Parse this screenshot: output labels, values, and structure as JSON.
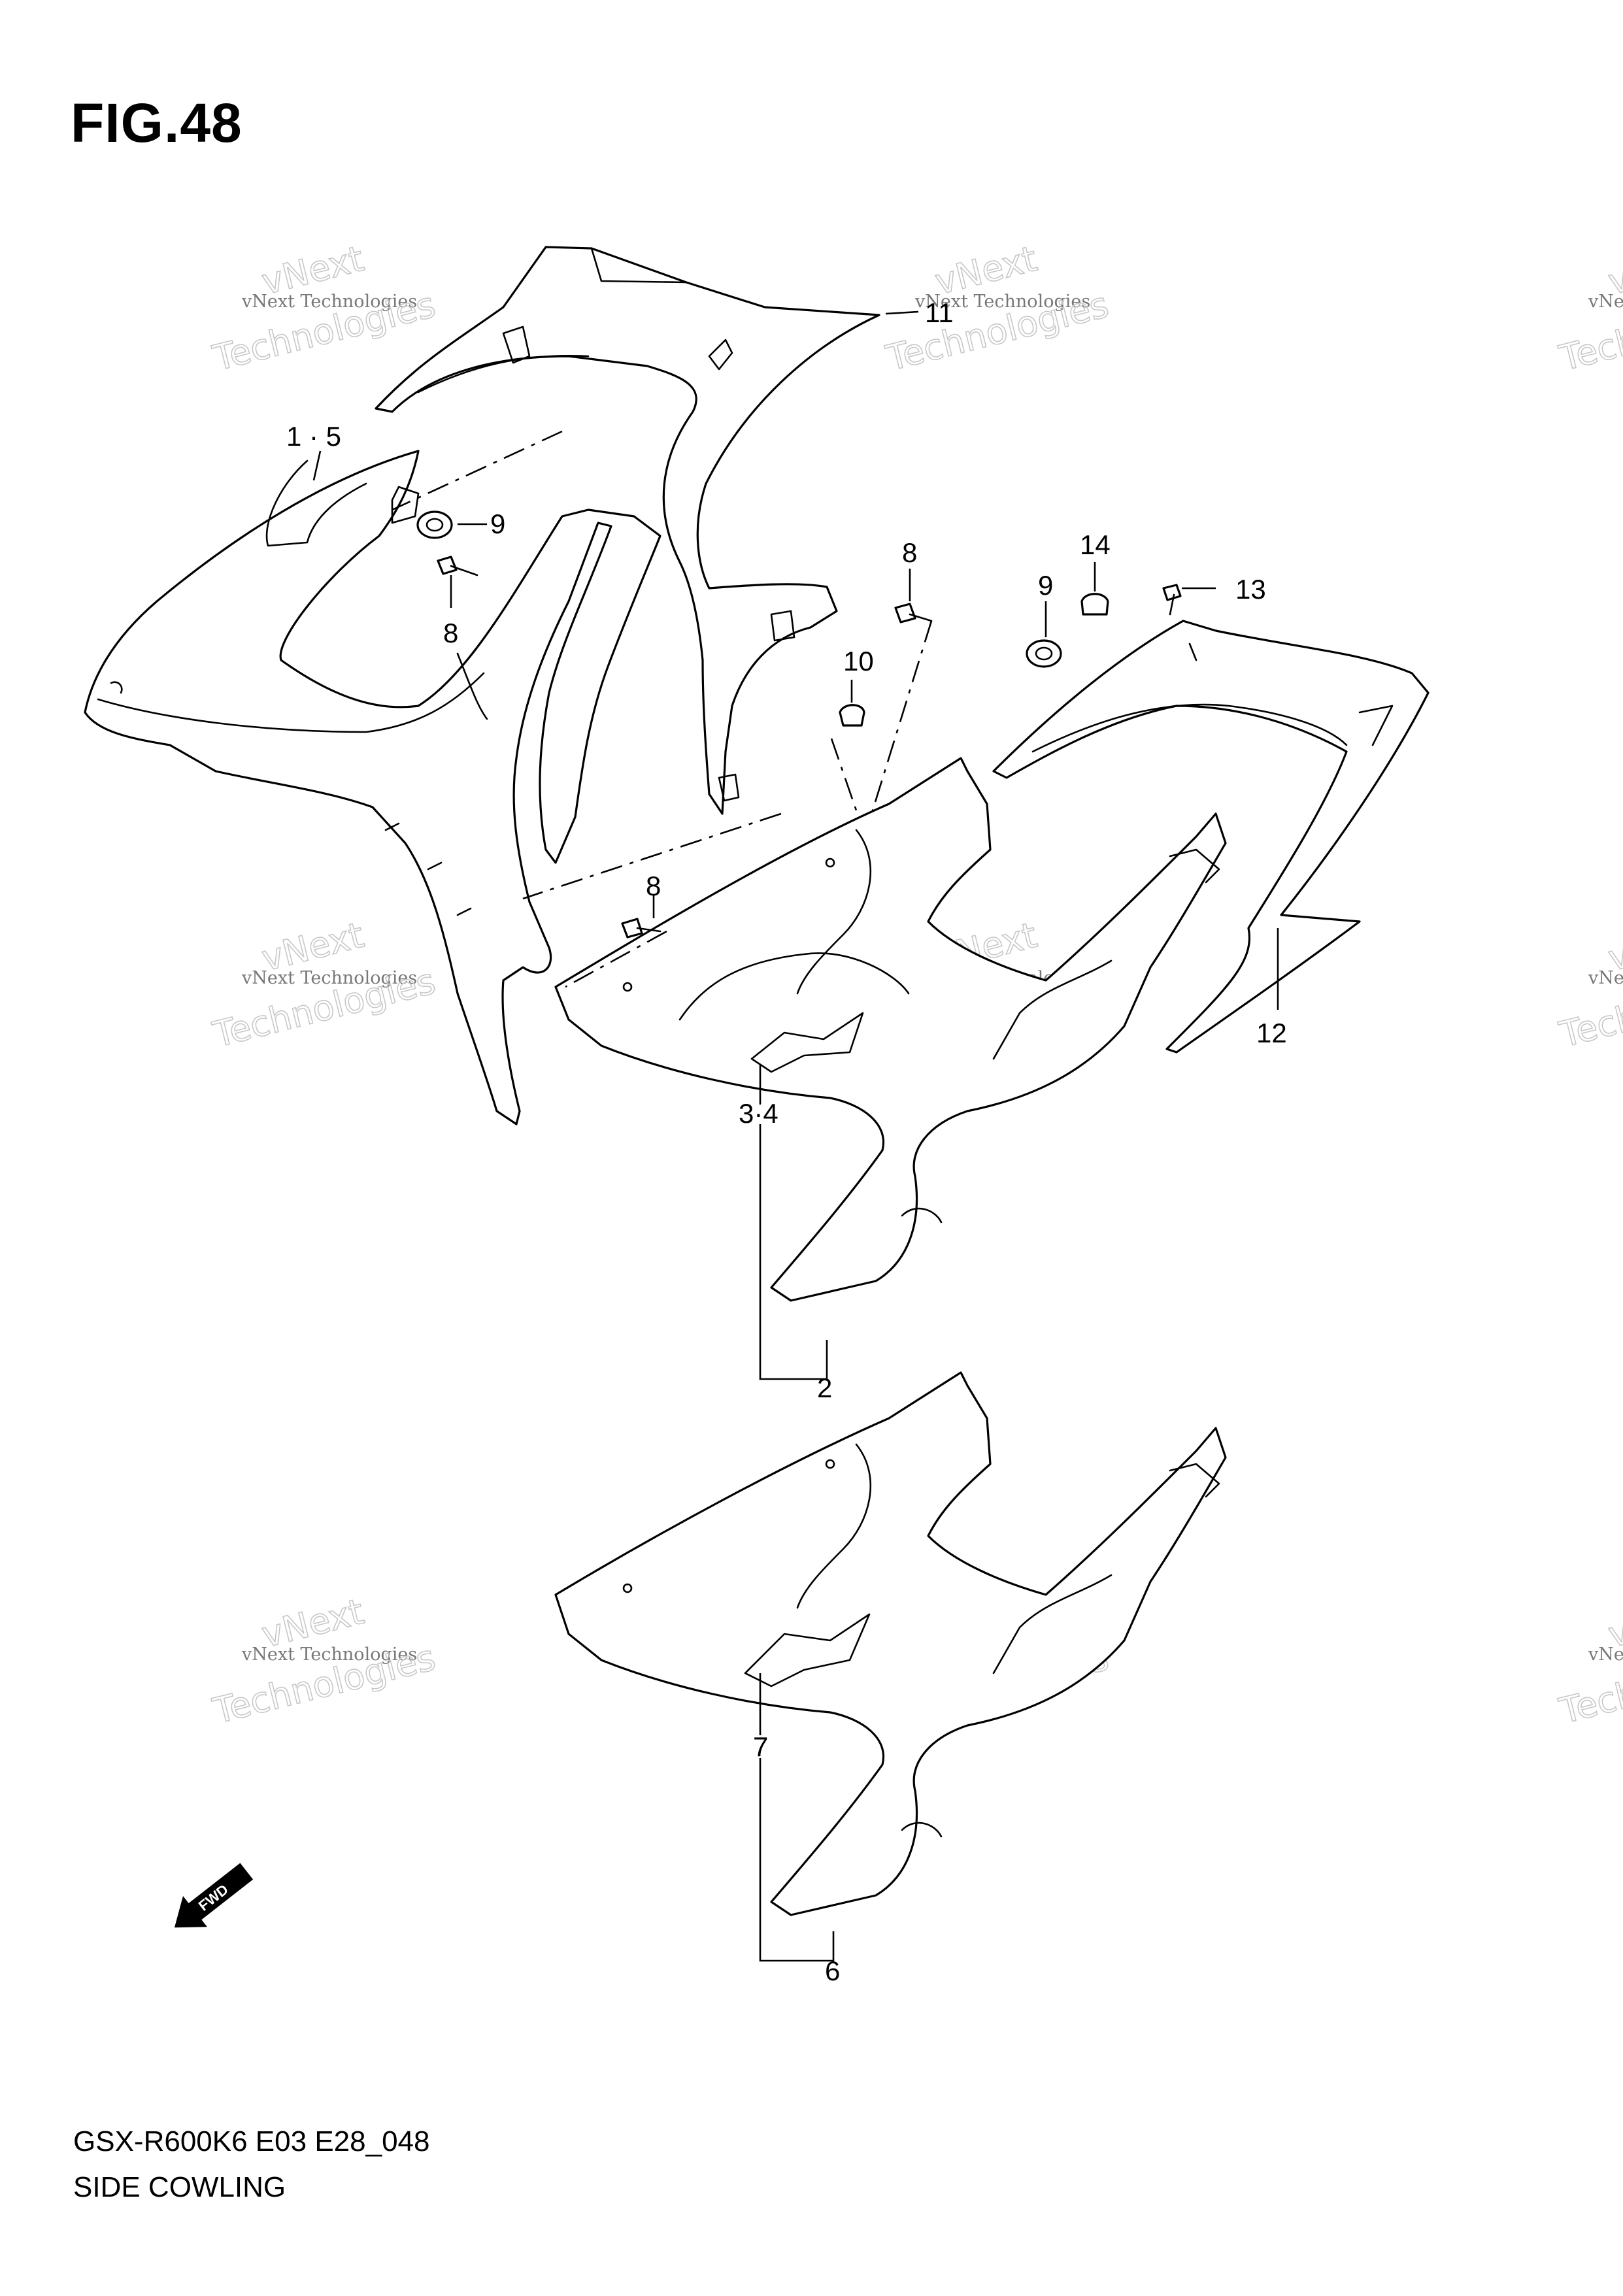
{
  "figure": {
    "title": "FIG.48",
    "model_code": "GSX-R600K6 E03 E28_048",
    "group_name": "SIDE COWLING"
  },
  "callouts": [
    "1 · 5",
    "2",
    "3·4",
    "6",
    "7",
    "8",
    "8",
    "8",
    "9",
    "9",
    "10",
    "11",
    "12",
    "13",
    "14"
  ],
  "fwd_badge": "FWD",
  "watermark": {
    "line1": "vNext Technologies",
    "line2": "vNext",
    "line3": "Technologies"
  },
  "colors": {
    "ink": "#000000",
    "paper": "#ffffff",
    "watermark": "#9a9a9a"
  }
}
